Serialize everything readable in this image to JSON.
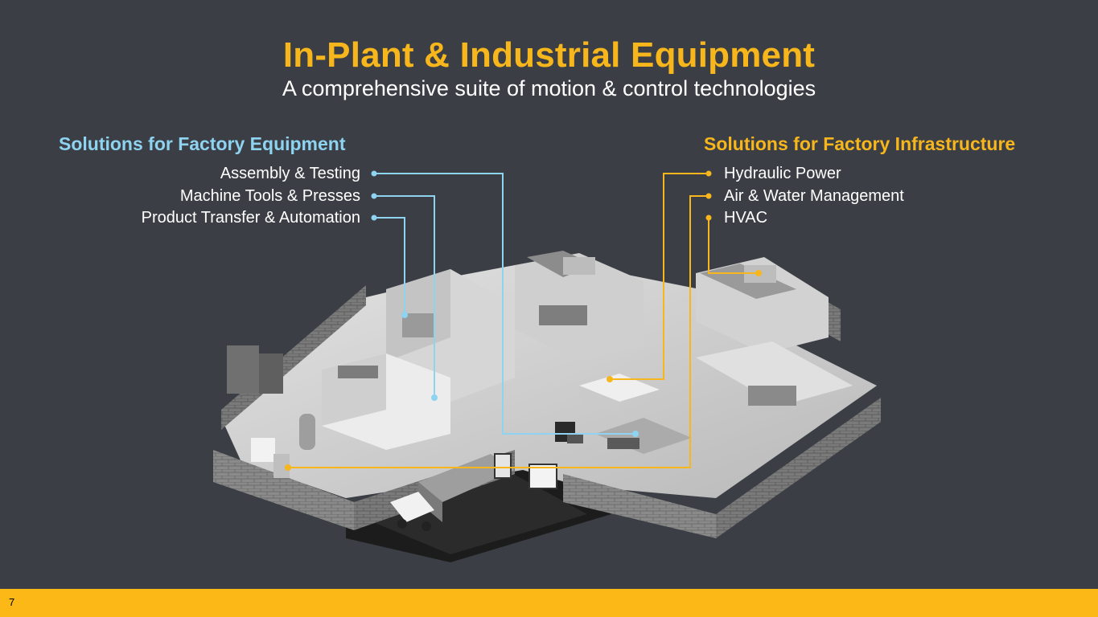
{
  "slide": {
    "title": "In-Plant & Industrial Equipment",
    "subtitle": "A comprehensive suite of motion & control technologies",
    "page_number": "7"
  },
  "left_section": {
    "heading": "Solutions for Factory Equipment",
    "items": [
      "Assembly & Testing",
      "Machine Tools & Presses",
      "Product Transfer & Automation"
    ],
    "color": "#8ed3f0"
  },
  "right_section": {
    "heading": "Solutions for Factory Infrastructure",
    "items": [
      "Hydraulic Power",
      "Air & Water Management",
      "HVAC"
    ],
    "color": "#f7b61c"
  },
  "colors": {
    "background": "#3b3f45",
    "accent": "#f7b61c",
    "footer": "#fbb817",
    "text": "#ffffff"
  }
}
